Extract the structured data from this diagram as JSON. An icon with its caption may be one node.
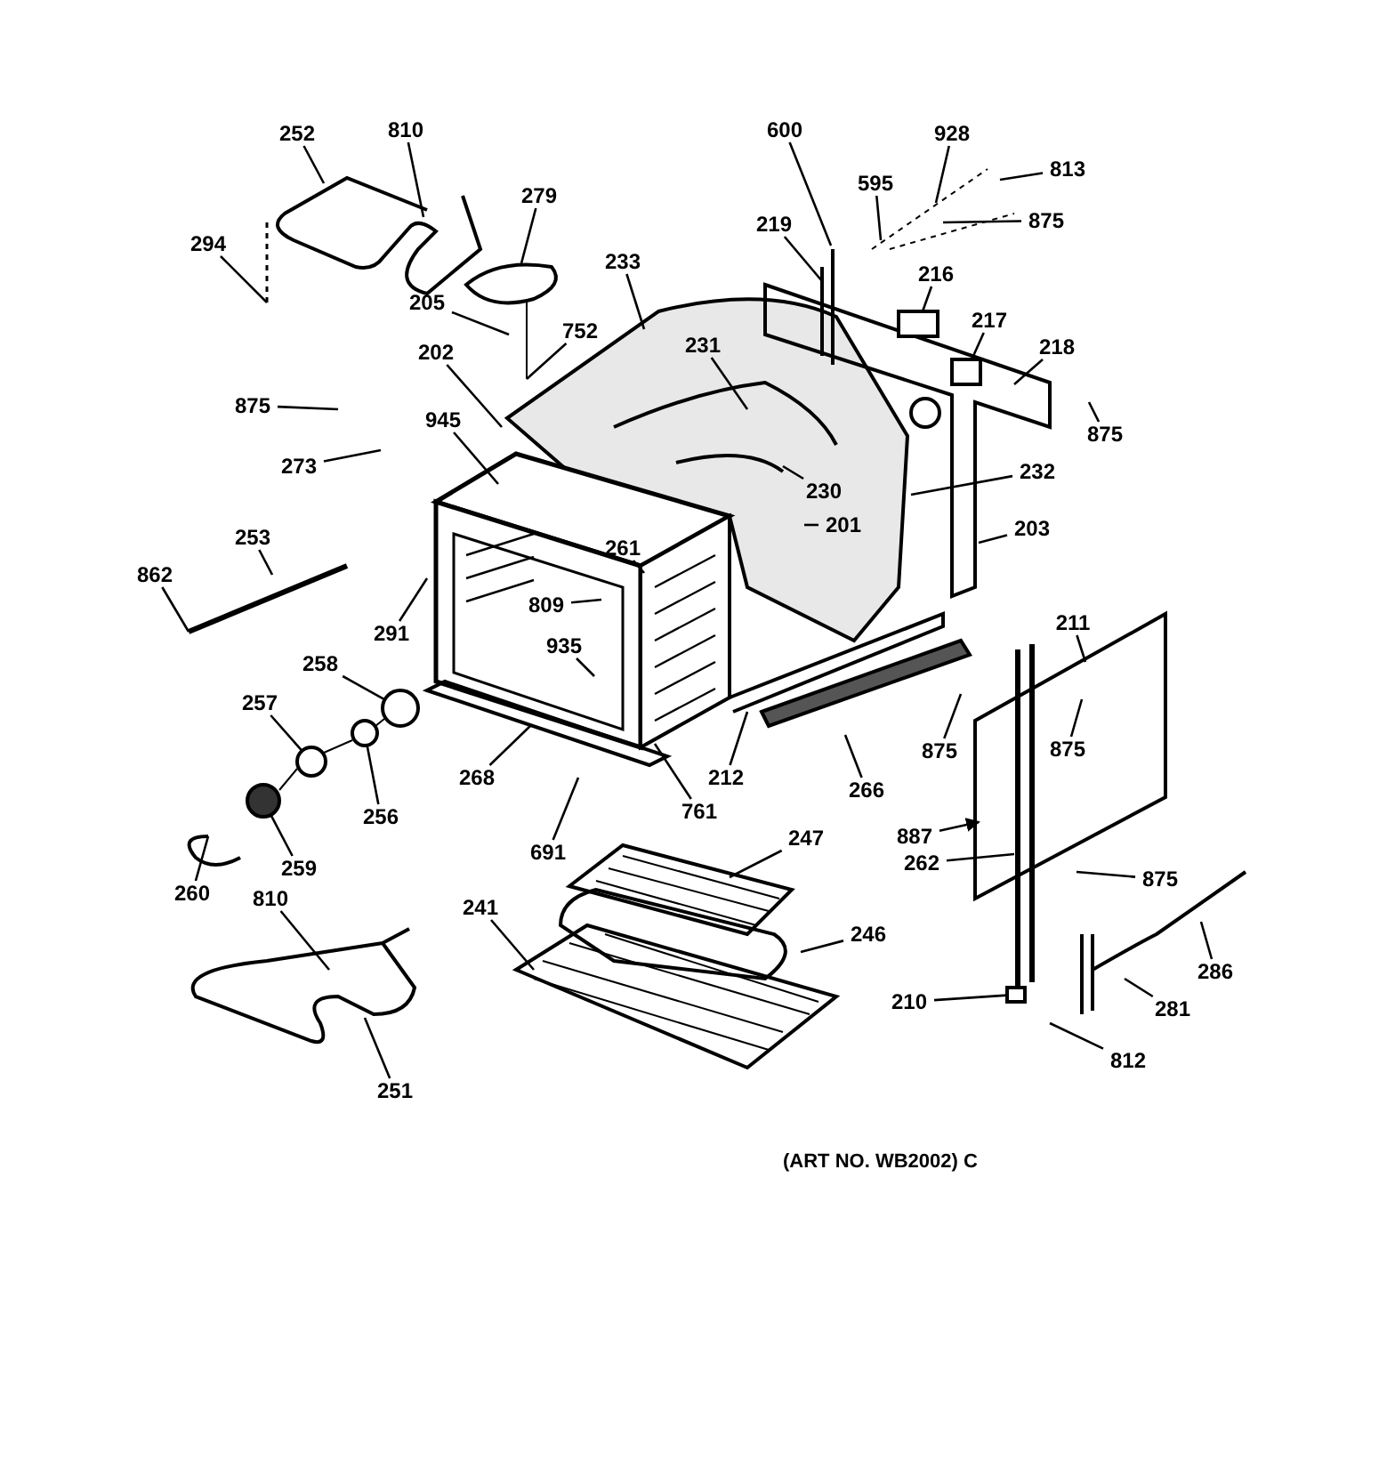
{
  "diagram": {
    "nodes": [
      {
        "text": [
          "252"
        ]
      },
      {
        "text": [
          "810"
        ]
      },
      {
        "text": [
          "279"
        ]
      },
      {
        "text": [
          "294"
        ]
      },
      {
        "text": [
          "205"
        ]
      },
      {
        "text": [
          "752"
        ]
      },
      {
        "text": [
          "233"
        ]
      },
      {
        "text": [
          "202"
        ]
      },
      {
        "text": [
          "231"
        ]
      },
      {
        "text": [
          "875"
        ]
      },
      {
        "text": [
          "945"
        ]
      },
      {
        "text": [
          "273"
        ]
      },
      {
        "text": [
          "253"
        ]
      },
      {
        "text": [
          "862"
        ]
      },
      {
        "text": [
          "261"
        ]
      },
      {
        "text": [
          "291"
        ]
      },
      {
        "text": [
          "809"
        ]
      },
      {
        "text": [
          "935"
        ]
      },
      {
        "text": [
          "258"
        ]
      },
      {
        "text": [
          "257"
        ]
      },
      {
        "text": [
          "256"
        ]
      },
      {
        "text": [
          "268"
        ]
      },
      {
        "text": [
          "259"
        ]
      },
      {
        "text": [
          "260"
        ]
      },
      {
        "text": [
          "761"
        ]
      },
      {
        "text": [
          "691"
        ]
      },
      {
        "text": [
          "212"
        ]
      },
      {
        "text": [
          "810"
        ]
      },
      {
        "text": [
          "251"
        ]
      },
      {
        "text": [
          "241"
        ]
      },
      {
        "text": [
          "247"
        ]
      },
      {
        "text": [
          "246"
        ]
      },
      {
        "text": [
          "600"
        ]
      },
      {
        "text": [
          "928"
        ]
      },
      {
        "text": [
          "813"
        ]
      },
      {
        "text": [
          "595"
        ]
      },
      {
        "text": [
          "875"
        ]
      },
      {
        "text": [
          "219"
        ]
      },
      {
        "text": [
          "216"
        ]
      },
      {
        "text": [
          "217"
        ]
      },
      {
        "text": [
          "218"
        ]
      },
      {
        "text": [
          "875"
        ]
      },
      {
        "text": [
          "230"
        ]
      },
      {
        "text": [
          "232"
        ]
      },
      {
        "text": [
          "201"
        ]
      },
      {
        "text": [
          "203"
        ]
      },
      {
        "text": [
          "211"
        ]
      },
      {
        "text": [
          "875"
        ]
      },
      {
        "text": [
          "875"
        ]
      },
      {
        "text": [
          "266"
        ]
      },
      {
        "text": [
          "887"
        ]
      },
      {
        "text": [
          "262"
        ]
      },
      {
        "text": [
          "875"
        ]
      },
      {
        "text": [
          "210"
        ]
      },
      {
        "text": [
          "286"
        ]
      },
      {
        "text": [
          "281"
        ]
      },
      {
        "text": [
          "812"
        ]
      },
      {
        "text": [],
        "shape": "circle"
      },
      {
        "text": [],
        "shape": "circle"
      },
      {
        "text": [],
        "shape": "circle"
      },
      {
        "text": [],
        "shape": "circle"
      },
      {
        "text": [],
        "shape": "box"
      },
      {
        "text": [],
        "shape": "box"
      },
      {
        "text": [],
        "shape": "box"
      }
    ],
    "edges": [
      {
        "from": 0,
        "to": null,
        "arrow": "none"
      },
      {
        "from": 1,
        "to": null,
        "arrow": "none"
      },
      {
        "from": 2,
        "to": null,
        "arrow": "none"
      },
      {
        "from": 3,
        "to": null,
        "arrow": "none"
      },
      {
        "from": 4,
        "to": null,
        "arrow": "none"
      },
      {
        "from": 5,
        "to": null,
        "arrow": "none"
      },
      {
        "from": 6,
        "to": null,
        "arrow": "none"
      },
      {
        "from": 7,
        "to": null,
        "arrow": "none"
      },
      {
        "from": 8,
        "to": null,
        "arrow": "none"
      },
      {
        "from": 9,
        "to": null,
        "arrow": "none"
      },
      {
        "from": 10,
        "to": null,
        "arrow": "none"
      },
      {
        "from": 11,
        "to": null,
        "arrow": "none"
      },
      {
        "from": 12,
        "to": null,
        "arrow": "none"
      },
      {
        "from": 13,
        "to": null,
        "arrow": "none"
      },
      {
        "from": 14,
        "to": null,
        "arrow": "none"
      },
      {
        "from": 15,
        "to": null,
        "arrow": "none"
      },
      {
        "from": 16,
        "to": null,
        "arrow": "none"
      },
      {
        "from": 17,
        "to": null,
        "arrow": "none"
      },
      {
        "from": 18,
        "to": 57,
        "arrow": "none"
      },
      {
        "from": 19,
        "to": 58,
        "arrow": "none"
      },
      {
        "from": 20,
        "to": 59,
        "arrow": "none"
      },
      {
        "from": 21,
        "to": null,
        "arrow": "none"
      },
      {
        "from": 22,
        "to": 60,
        "arrow": "none"
      },
      {
        "from": 23,
        "to": null,
        "arrow": "none"
      },
      {
        "from": 24,
        "to": null,
        "arrow": "none"
      },
      {
        "from": 25,
        "to": null,
        "arrow": "none"
      },
      {
        "from": 26,
        "to": null,
        "arrow": "none"
      },
      {
        "from": 27,
        "to": null,
        "arrow": "none"
      },
      {
        "from": 28,
        "to": null,
        "arrow": "none"
      },
      {
        "from": 29,
        "to": null,
        "arrow": "none"
      },
      {
        "from": 30,
        "to": null,
        "arrow": "none"
      },
      {
        "from": 31,
        "to": null,
        "arrow": "none"
      },
      {
        "from": 32,
        "to": null,
        "arrow": "none"
      },
      {
        "from": 33,
        "to": null,
        "arrow": "none"
      },
      {
        "from": 34,
        "to": null,
        "arrow": "none"
      },
      {
        "from": 35,
        "to": null,
        "arrow": "none"
      },
      {
        "from": 36,
        "to": null,
        "arrow": "none"
      },
      {
        "from": 37,
        "to": null,
        "arrow": "none"
      },
      {
        "from": 38,
        "to": 62,
        "arrow": "none"
      },
      {
        "from": 39,
        "to": 63,
        "arrow": "none"
      },
      {
        "from": 40,
        "to": null,
        "arrow": "none"
      },
      {
        "from": 41,
        "to": null,
        "arrow": "none"
      },
      {
        "from": 42,
        "to": null,
        "arrow": "none"
      },
      {
        "from": 43,
        "to": null,
        "arrow": "none"
      },
      {
        "from": 44,
        "to": null,
        "arrow": "none"
      },
      {
        "from": 45,
        "to": null,
        "arrow": "none"
      },
      {
        "from": 46,
        "to": null,
        "arrow": "none"
      },
      {
        "from": 47,
        "to": null,
        "arrow": "none"
      },
      {
        "from": 48,
        "to": null,
        "arrow": "none"
      },
      {
        "from": 49,
        "to": null,
        "arrow": "none"
      },
      {
        "from": 50,
        "to": null,
        "arrow": "to"
      },
      {
        "from": 51,
        "to": null,
        "arrow": "none"
      },
      {
        "from": 52,
        "to": null,
        "arrow": "none"
      },
      {
        "from": 53,
        "to": 61,
        "arrow": "none"
      },
      {
        "from": 54,
        "to": null,
        "arrow": "none"
      },
      {
        "from": 55,
        "to": null,
        "arrow": "none"
      },
      {
        "from": 56,
        "to": null,
        "arrow": "none"
      }
    ],
    "labels": [
      "(ART NO. WB2002) C"
    ]
  }
}
